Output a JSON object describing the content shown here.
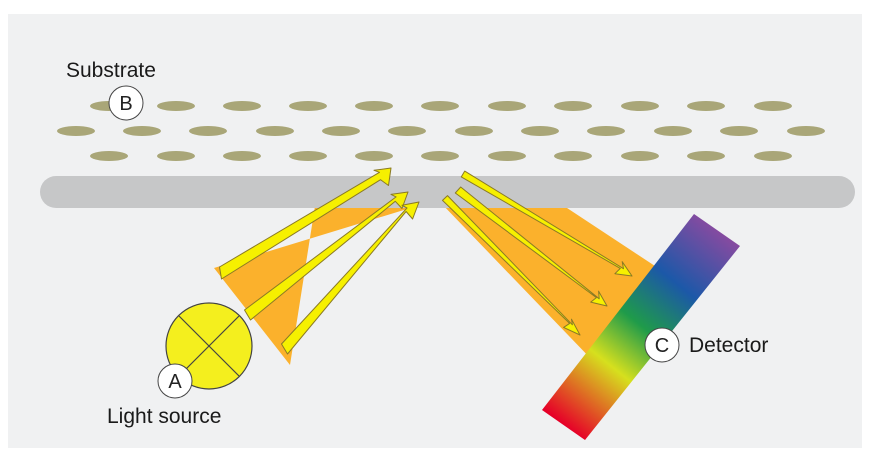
{
  "labels": {
    "substrate": "Substrate",
    "light_source": "Light source",
    "detector": "Detector"
  },
  "markers": {
    "a": "A",
    "b": "B",
    "c": "C"
  },
  "colors": {
    "panel_background": "#f0f1f2",
    "substrate_bar": "#c6c7c8",
    "particles": "#a9a678",
    "light_beam": "#fbb12c",
    "ray_fill": "#f6f000",
    "light_source_fill": "#f4ef1e",
    "detector_gradient": [
      "#e60028",
      "#d6e01e",
      "#1f9b4a",
      "#1c58a8",
      "#8a4aa0"
    ]
  },
  "icons": {
    "light_source": "lamp-icon",
    "detector": "spectrum-detector-icon"
  }
}
